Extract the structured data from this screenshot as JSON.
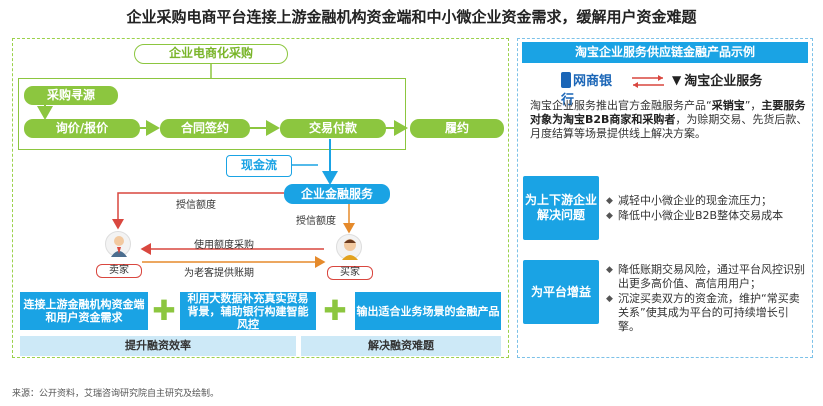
{
  "title": "企业采购电商平台连接上游金融机构资金端和中小微企业资金需求，缓解用户资金难题",
  "left": {
    "ecommerce_label": "企业电商化采购",
    "process": {
      "sourcing": "采购寻源",
      "inquiry": "询价/报价",
      "contract": "合同签约",
      "payment": "交易付款",
      "fulfillment": "履约"
    },
    "cash_flow": "现金流",
    "finance_service": "企业金融服务",
    "credit_left": "授信额度",
    "credit_right": "授信额度",
    "use_credit": "使用额度采购",
    "provide_period": "为老客提供账期",
    "seller": "卖家",
    "buyer": "买家",
    "blocks": {
      "connect": "连接上游金融机构资金端和用户资金需求",
      "bigdata": "利用大数据补充真实贸易背景，辅助银行构建智能风控",
      "output": "输出适合业务场景的金融产品",
      "plus1": "✚",
      "plus2": "✚"
    },
    "bottom": {
      "efficiency": "提升融资效率",
      "solve": "解决融资难题"
    }
  },
  "right": {
    "header": "淘宝企业服务供应链金融产品示例",
    "logo_mybank": "网商银行",
    "logo_taobao": "淘宝企业服务",
    "intro_1": "淘宝企业服务推出官方金融服务产品“",
    "intro_bold1": "采销宝",
    "intro_2": "”，",
    "intro_bold2": "主要服务对象为淘宝B2B商家和采购者",
    "intro_3": "，为赊期交易、先货后款、月度结算等场景提供线上解决方案。",
    "upstream_title": "为上下游企业解决问题",
    "upstream_points": [
      "减轻中小微企业的现金流压力；",
      "降低中小微企业B2B整体交易成本"
    ],
    "platform_title": "为平台增益",
    "platform_points": [
      "降低账期交易风险，通过平台风控识别出更多高价值、高信用用户；",
      "沉淀买卖双方的资金流，维护“常买卖关系”使其成为平台的可持续增长引擎。"
    ]
  },
  "source": "来源：公开资料，艾瑞咨询研究院自主研究及绘制。",
  "colors": {
    "green": "#8cc63f",
    "blue": "#1aa3e4",
    "red": "#d9473f",
    "light_blue": "#cde9f7"
  }
}
